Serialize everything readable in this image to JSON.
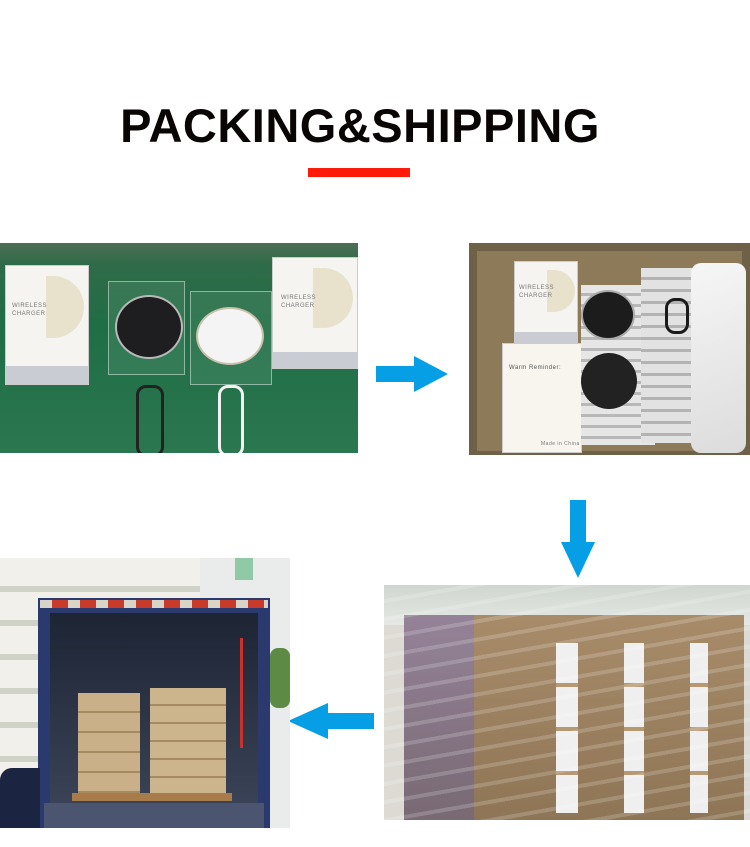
{
  "header": {
    "title": "PACKING&SHIPPING",
    "underline_color": "#ff1a0a"
  },
  "arrow_color": "#069ee4",
  "steps": [
    {
      "id": 1,
      "description": "wireless-charger-products-laid-out",
      "box_label": "WIRELESS CHARGER"
    },
    {
      "id": 2,
      "description": "chargers-packed-in-carton",
      "box_label": "WIRELESS CHARGER",
      "leaflet_title": "Warm Reminder:",
      "leaflet_footer": "Made in China"
    },
    {
      "id": 3,
      "description": "palletized-cartons-stretch-wrapped"
    },
    {
      "id": 4,
      "description": "cartons-loaded-into-truck"
    }
  ],
  "arrows": [
    {
      "direction": "right",
      "from_step": 1,
      "to_step": 2
    },
    {
      "direction": "down",
      "from_step": 2,
      "to_step": 3
    },
    {
      "direction": "left",
      "from_step": 3,
      "to_step": 4
    }
  ]
}
